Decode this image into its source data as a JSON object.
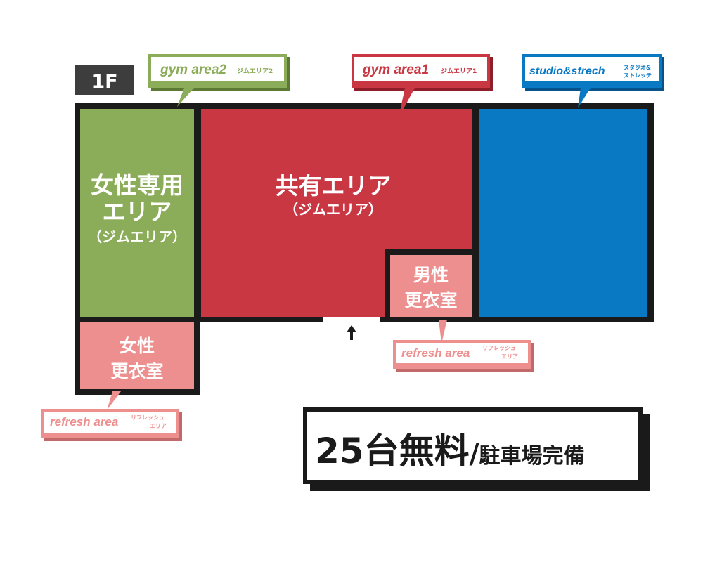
{
  "floor_label": "1F",
  "colors": {
    "wall": "#1a1a1a",
    "green": "#8bac58",
    "red": "#c93743",
    "blue": "#0a79c4",
    "pink": "#ee8f8f",
    "white": "#ffffff"
  },
  "rooms": {
    "women_only": {
      "line1": "女性専用",
      "line2": "エリア",
      "line3": "（ジムエリア）"
    },
    "shared": {
      "line1": "共有エリア",
      "line2": "（ジムエリア）"
    },
    "mens_locker": {
      "line1": "男性",
      "line2": "更衣室"
    },
    "womens_locker": {
      "line1": "女性",
      "line2": "更衣室"
    },
    "studio": {}
  },
  "callouts": {
    "gym_area2": {
      "label": "gym area2",
      "sub": "ジムエリア2"
    },
    "gym_area1": {
      "label": "gym area1",
      "sub": "ジムエリア1"
    },
    "studio_stretch": {
      "label": "studio&strech",
      "sub_line1": "スタジオ&",
      "sub_line2": "ストレッチ"
    },
    "refresh_right": {
      "label": "refresh area",
      "sub_line1": "リフレッシュ",
      "sub_line2": "エリア"
    },
    "refresh_left": {
      "label": "refresh area",
      "sub_line1": "リフレッシュ",
      "sub_line2": "エリア"
    }
  },
  "entrance": {
    "icon": "up-arrow-icon"
  },
  "parking": {
    "count": "25台無料",
    "slash": "/",
    "rest": "駐車場完備"
  }
}
